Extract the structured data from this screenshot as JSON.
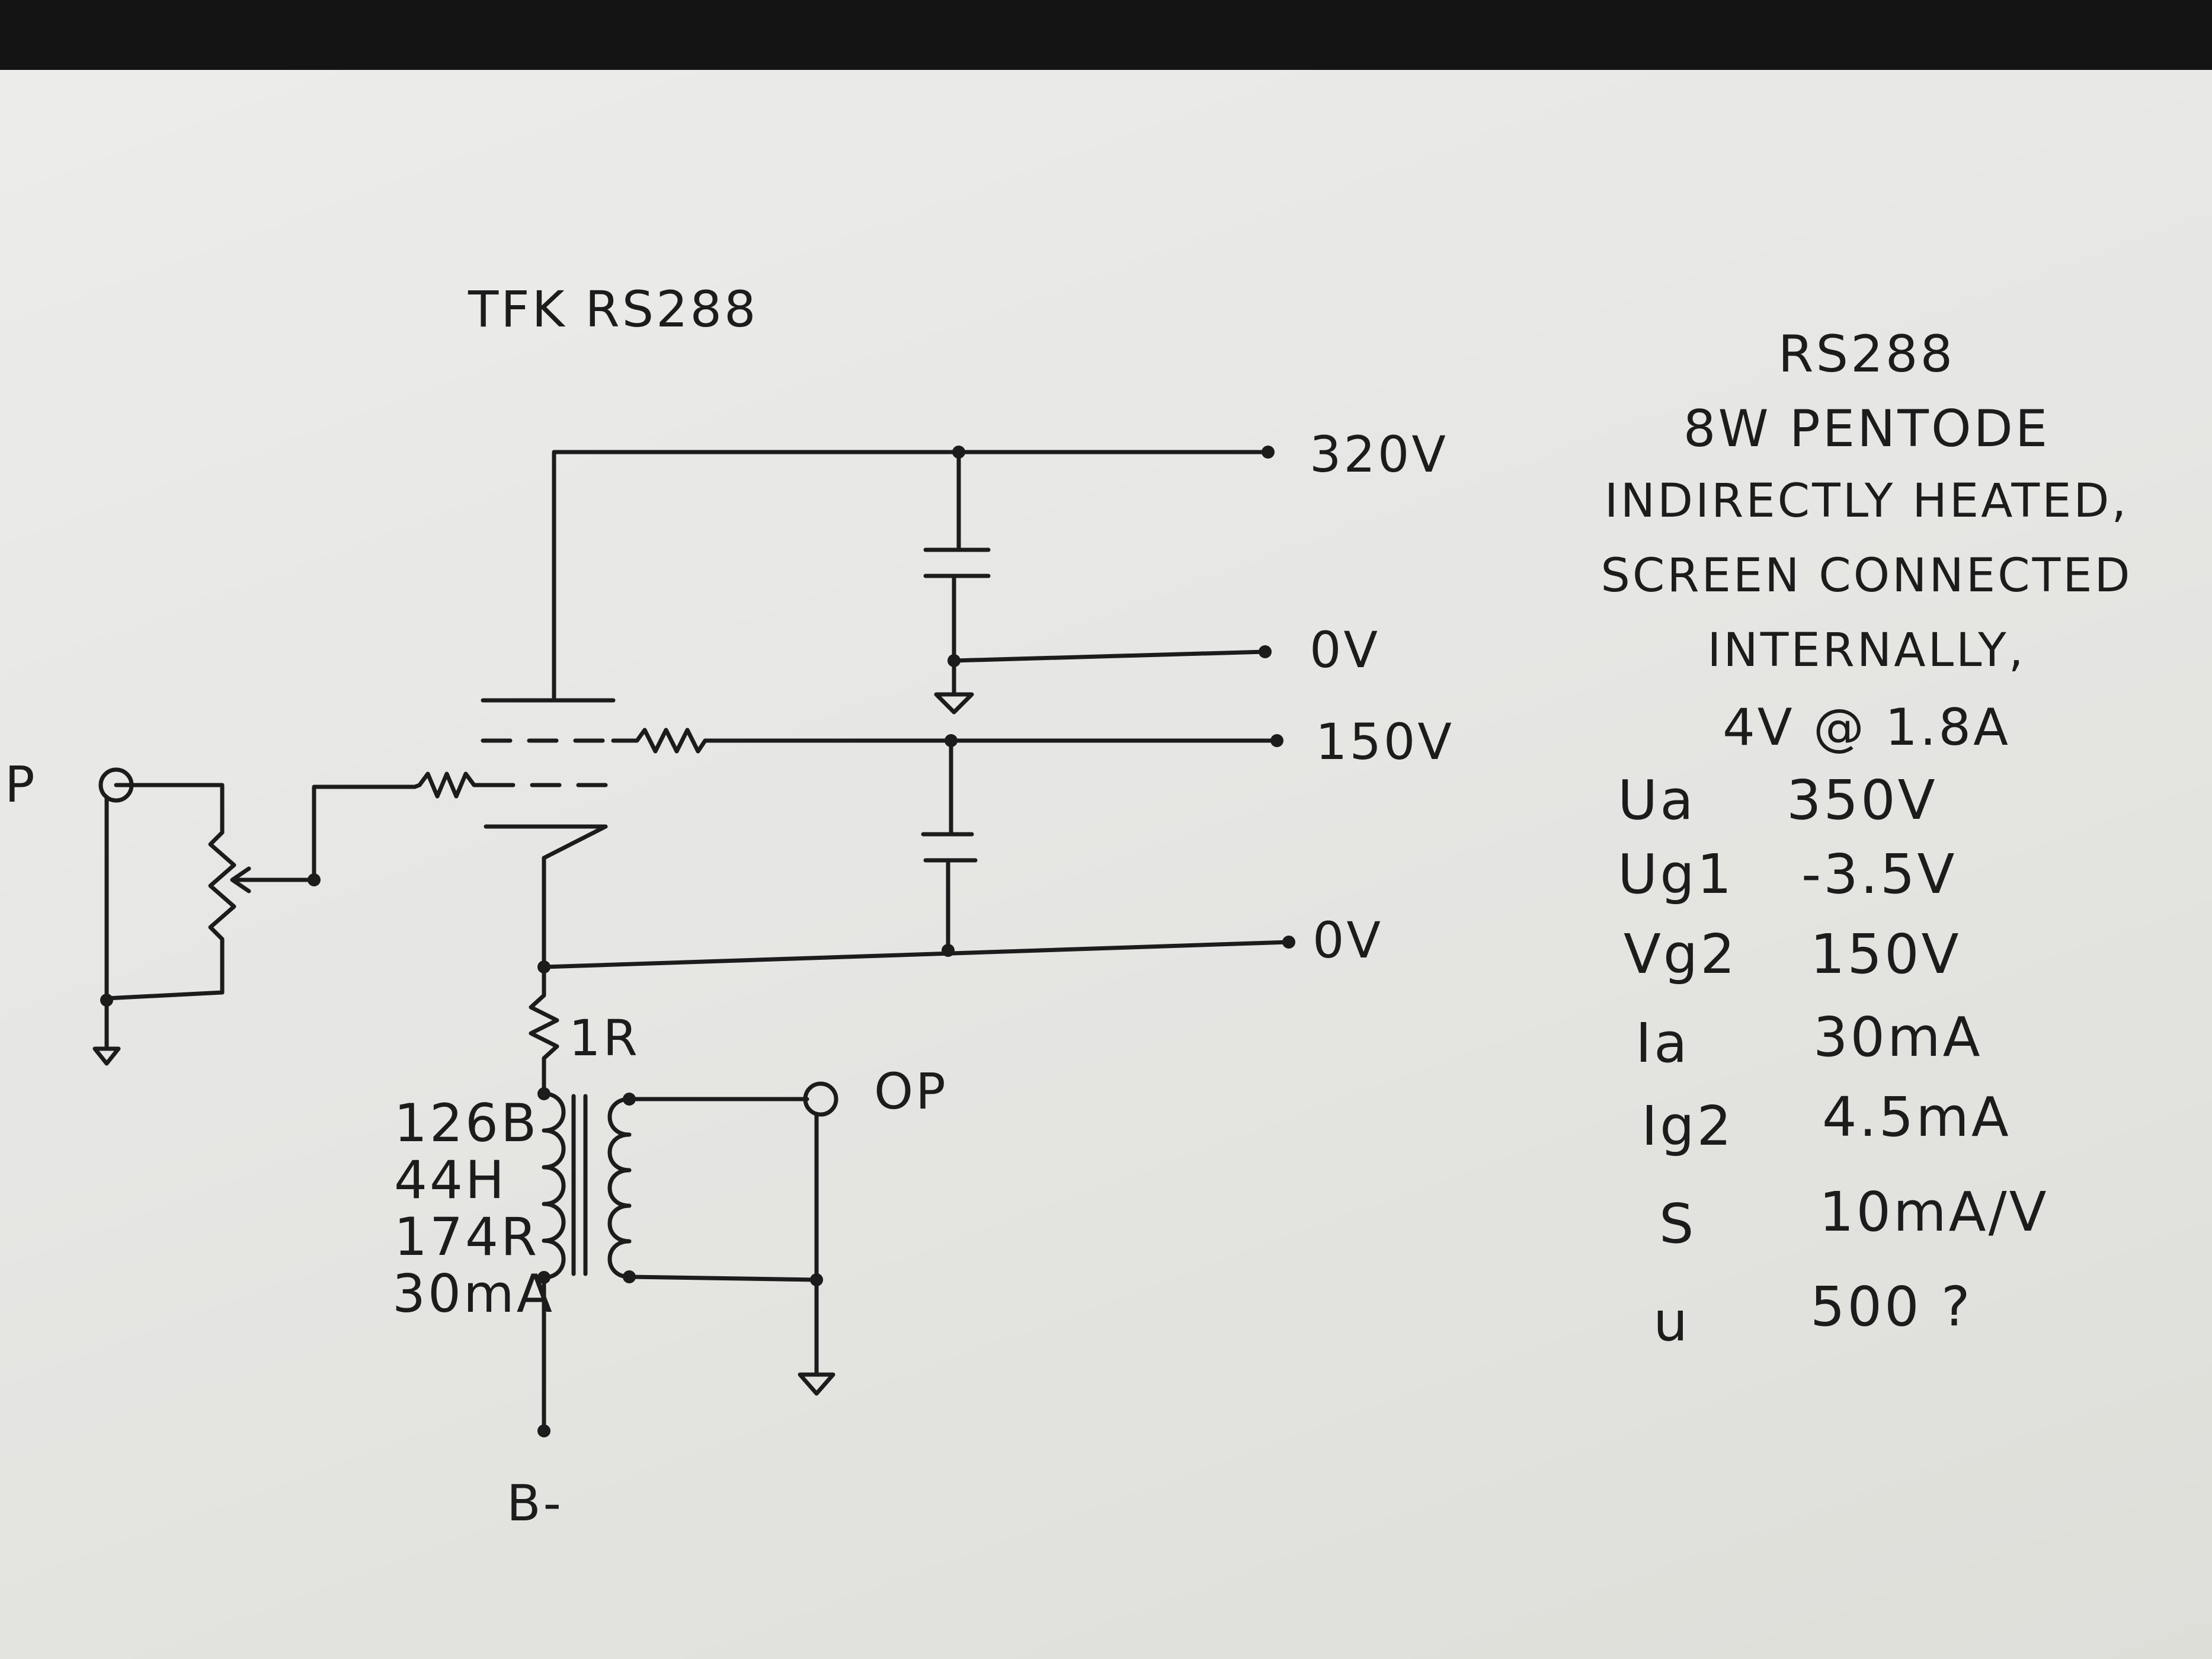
{
  "title": "TFK RS288",
  "supply_labels": {
    "v320": "320V",
    "zero_a": "0V",
    "v150": "150V",
    "zero_b": "0V"
  },
  "io_labels": {
    "input": "P",
    "output": "OP",
    "b_minus": "B-"
  },
  "cathode_resistor": "1R",
  "transformer_specs": [
    "126B",
    "44H",
    "174R",
    "30mA"
  ],
  "notes": {
    "lines": [
      "RS288",
      "8W PENTODE",
      "INDIRECTLY HEATED,",
      "SCREEN CONNECTED",
      "INTERNALLY,",
      "4V @ 1.8A"
    ]
  },
  "specs": [
    {
      "name": "Ua",
      "value": "350V"
    },
    {
      "name": "Ug1",
      "value": "-3.5V"
    },
    {
      "name": "Vg2",
      "value": "150V"
    },
    {
      "name": "Ia",
      "value": "30mA"
    },
    {
      "name": "Ig2",
      "value": "4.5mA"
    },
    {
      "name": "S",
      "value": "10mA/V"
    },
    {
      "name": "u",
      "value": "500 ?"
    }
  ],
  "colors": {
    "ink": "#1c1c1c",
    "paper": "#e6e6e4",
    "background_top": "#141414"
  }
}
